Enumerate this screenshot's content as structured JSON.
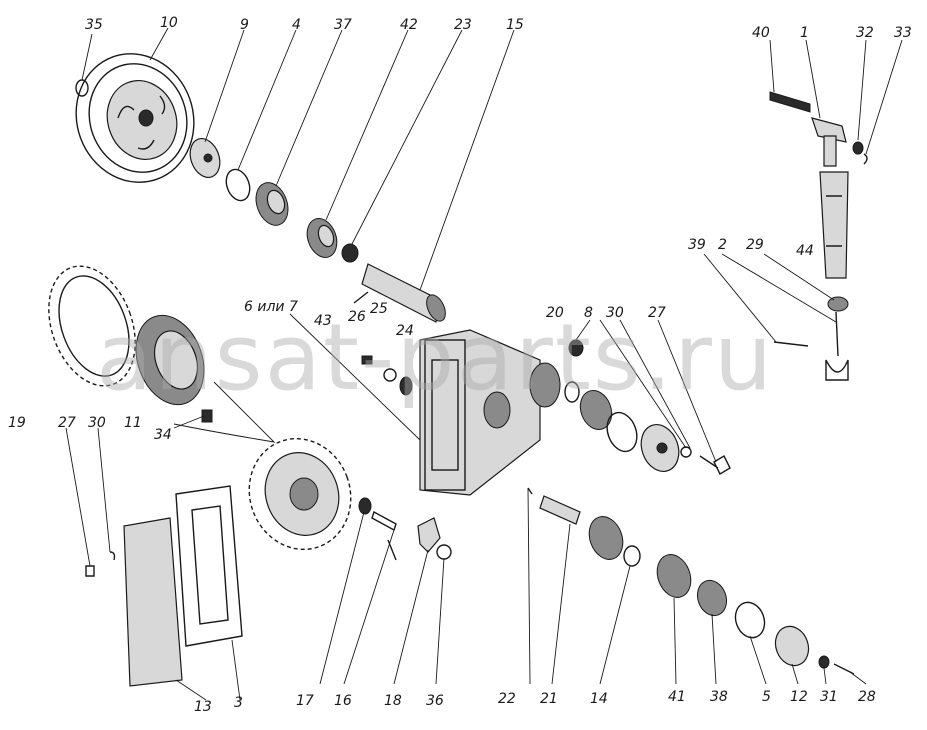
{
  "labels": {
    "l35": "35",
    "l10": "10",
    "l9": "9",
    "l4": "4",
    "l37": "37",
    "l42": "42",
    "l23": "23",
    "l15": "15",
    "l40": "40",
    "l1": "1",
    "l32": "32",
    "l33": "33",
    "l39": "39",
    "l2": "2",
    "l29": "29",
    "l44": "44",
    "l6_7": "6 или 7",
    "l43": "43",
    "l26": "26",
    "l25": "25",
    "l24": "24",
    "l20": "20",
    "l8": "8",
    "l30a": "30",
    "l27a": "27",
    "l19": "19",
    "l11": "11",
    "l34": "34",
    "l27b": "27",
    "l30b": "30",
    "l13": "13",
    "l3": "3",
    "l17": "17",
    "l16": "16",
    "l18": "18",
    "l36": "36",
    "l22": "22",
    "l21": "21",
    "l14": "14",
    "l41": "41",
    "l38": "38",
    "l5": "5",
    "l12": "12",
    "l31": "31",
    "l28": "28"
  },
  "watermark": "ansat-parts.ru",
  "colors": {
    "ink": "#1a1a1a",
    "watermark": "#aaaaaa",
    "background": "#ffffff"
  }
}
